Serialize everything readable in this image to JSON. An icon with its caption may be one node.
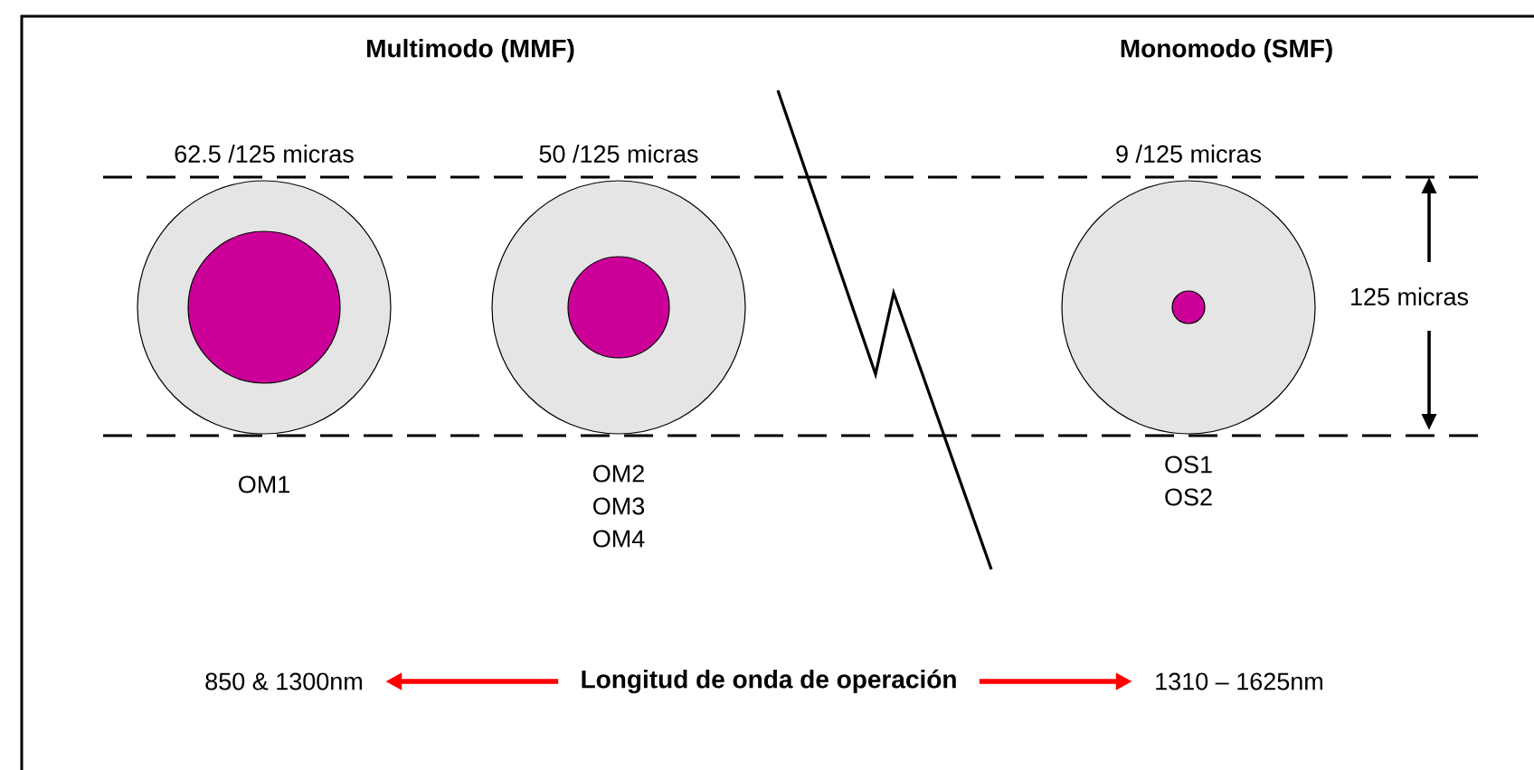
{
  "diagram": {
    "nodes": [
      {
        "text": [
          "Longitud de onda de operación"
        ]
      },
      {
        "text": [
          "850 & 1300nm"
        ]
      },
      {
        "text": [
          "1310 – 1625nm"
        ]
      }
    ],
    "edges": [
      {
        "from": 0,
        "to": 1,
        "arrow": "to",
        "color": "#ff0000"
      },
      {
        "from": 0,
        "to": 2,
        "arrow": "to",
        "color": "#ff0000"
      }
    ],
    "labels": [
      "Multimodo (MMF)",
      "Monomodo (SMF)",
      "62.5 /125 micras",
      "50 /125 micras",
      "9 /125 micras",
      "125 micras",
      "OM1",
      "OM2",
      "OM3",
      "OM4",
      "OS1",
      "OS2"
    ]
  }
}
